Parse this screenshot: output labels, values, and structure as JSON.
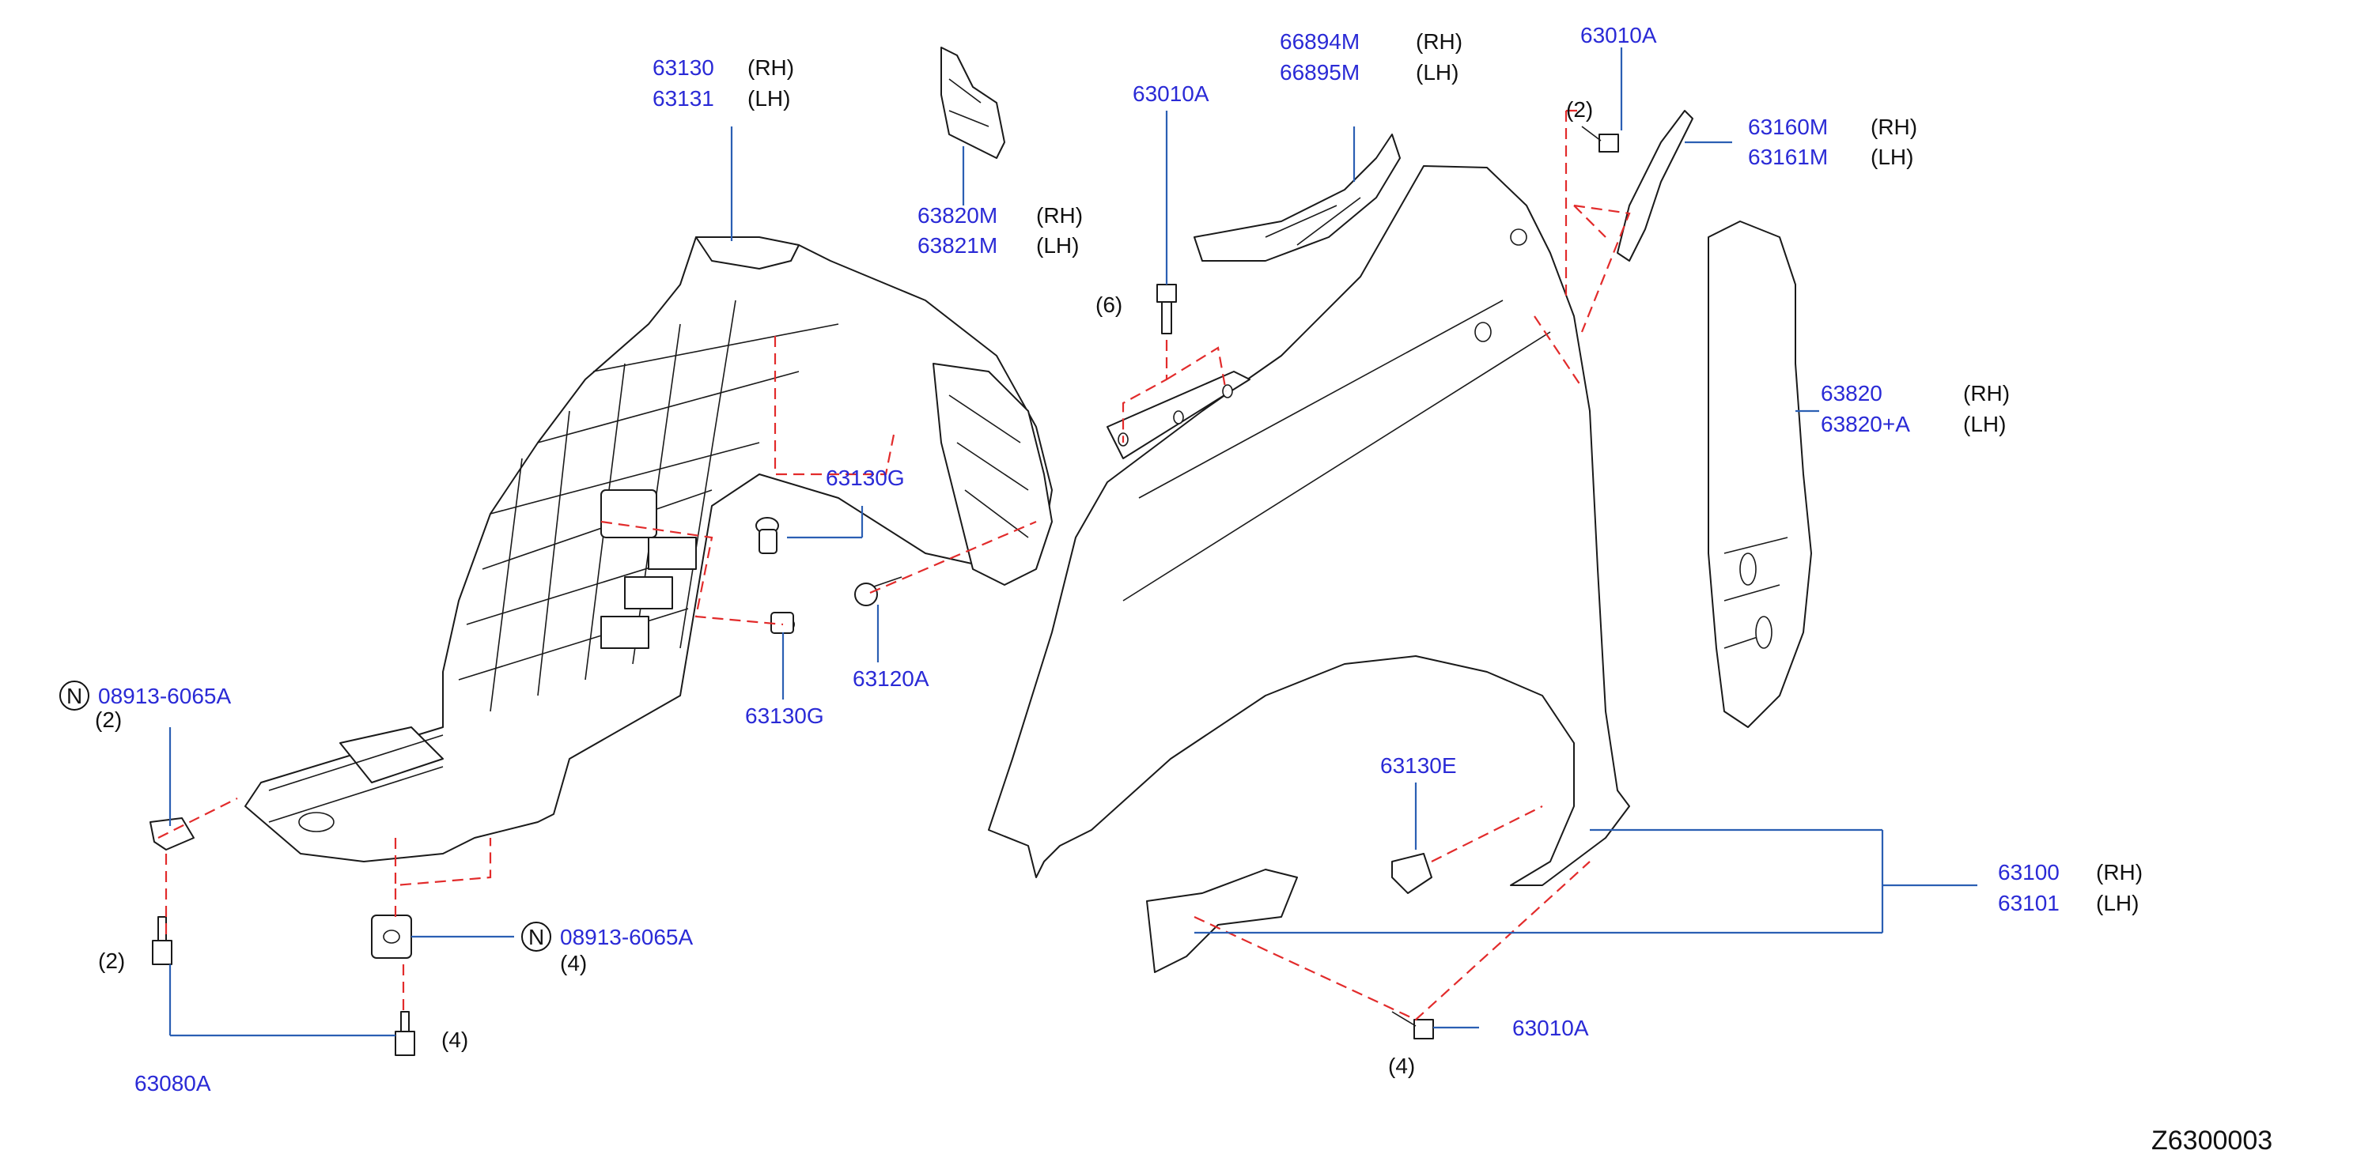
{
  "labels": {
    "l63130": "63130",
    "l63131": "63131",
    "l63820M": "63820M",
    "l63821M": "63821M",
    "l66894M": "66894M",
    "l66895M": "66895M",
    "l63010A_top": "63010A",
    "l63010A_mid": "63010A",
    "l63010A_bot": "63010A",
    "l63160M": "63160M",
    "l63161M": "63161M",
    "l63820": "63820",
    "l63820A": "63820+A",
    "l63130G_1": "63130G",
    "l63130G_2": "63130G",
    "l63120A": "63120A",
    "l08913_1": "08913-6065A",
    "l08913_2": "08913-6065A",
    "l63080A": "63080A",
    "l63130E": "63130E",
    "l63100": "63100",
    "l63101": "63101"
  },
  "sides": {
    "rh": "(RH)",
    "lh": "(LH)"
  },
  "quantities": {
    "q2": "(2)",
    "q4": "(4)",
    "q6": "(6)"
  },
  "notes": {
    "n_symbol": "N"
  },
  "diagram_code": "Z6300003",
  "colors": {
    "part_number": "#2a2ad6",
    "callout_line": "#2b5fb3",
    "dashed_line": "#e22b2b"
  }
}
